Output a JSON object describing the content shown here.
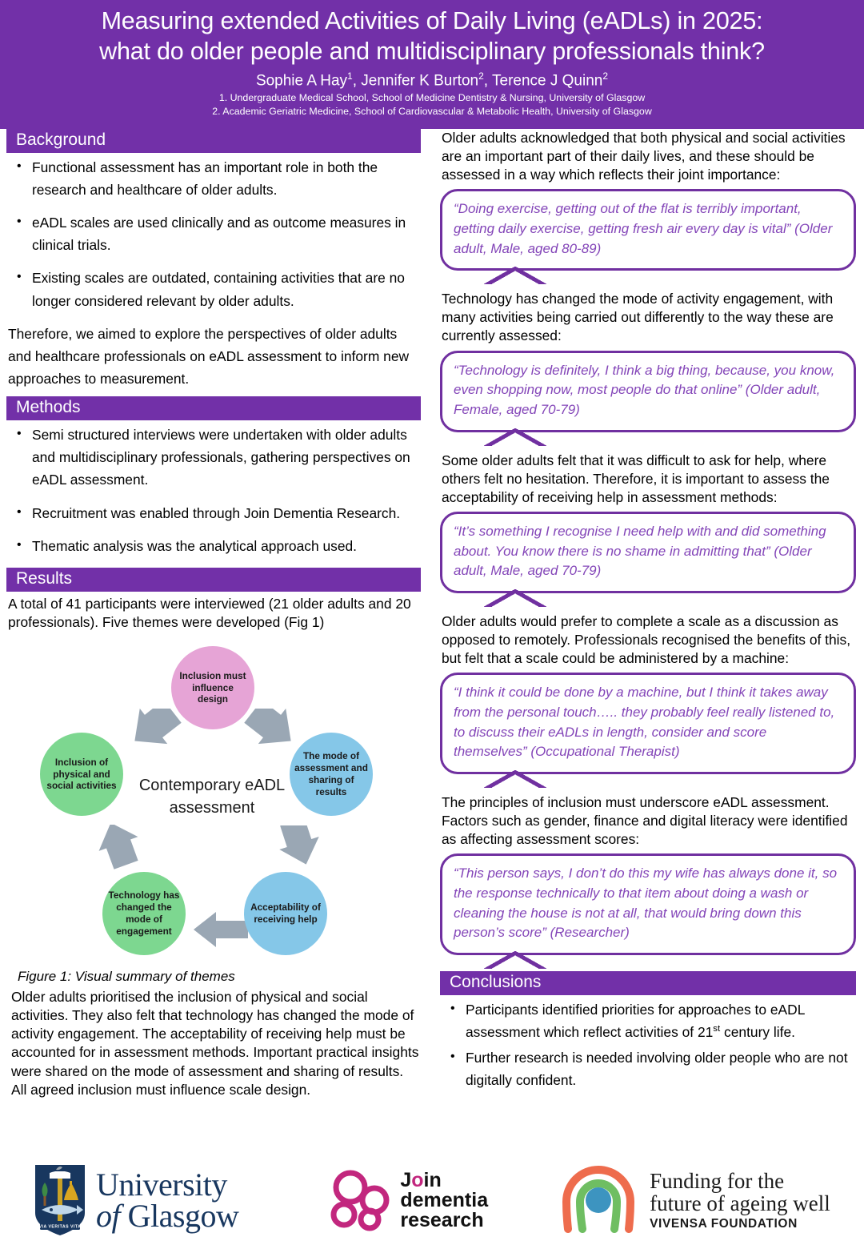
{
  "theme": {
    "header_purple": "#7230A8",
    "quote_border": "#7030A0",
    "quote_text": "#8345B8",
    "circle_pink": "#E6A4D6",
    "circle_blue": "#85C7E8",
    "circle_green": "#7DD790",
    "arrow_grey": "#9AA7B4"
  },
  "header": {
    "title_line1": "Measuring extended Activities of Daily Living (eADLs) in 2025:",
    "title_line2": "what do older people and multidisciplinary professionals think?",
    "authors_prefix": "Sophie A Hay",
    "authors_sup1": "1",
    "authors_mid": ", Jennifer K Burton",
    "authors_sup2": "2",
    "authors_end": ", Terence J Quinn",
    "authors_sup3": "2",
    "affiliation1": "1. Undergraduate Medical School, School of Medicine Dentistry & Nursing, University of Glasgow",
    "affiliation2": "2. Academic Geriatric Medicine, School of Cardiovascular & Metabolic Health, University of Glasgow"
  },
  "sections": {
    "background_title": "Background",
    "methods_title": "Methods",
    "results_title": "Results",
    "conclusions_title": "Conclusions"
  },
  "background": {
    "bullets": [
      "Functional assessment has an important role in both the research and healthcare of older adults.",
      "eADL scales are used clinically and as outcome measures in clinical trials.",
      "Existing scales are outdated, containing activities that are no longer considered relevant by older adults."
    ],
    "aim_paragraph": "Therefore, we aimed to explore the perspectives of older adults and healthcare professionals on eADL assessment to inform new approaches to measurement."
  },
  "methods": {
    "bullets": [
      "Semi structured interviews were undertaken with older adults and multidisciplinary professionals, gathering perspectives on eADL assessment.",
      "Recruitment was enabled through Join Dementia Research.",
      "Thematic analysis was the analytical approach used."
    ]
  },
  "results": {
    "intro": "A total of 41 participants were interviewed (21 older adults and 20 professionals). Five themes were developed (Fig 1)",
    "figure_caption": "Figure 1: Visual summary of themes",
    "summary_paragraph": "Older adults prioritised the inclusion of physical and social activities. They also felt that technology has changed the mode of activity engagement. The acceptability of receiving help must be accounted for in assessment methods. Important practical insights were shared on the mode of assessment and sharing of results. All agreed inclusion must influence scale design."
  },
  "figure": {
    "center_label": "Contemporary eADL assessment",
    "nodes": [
      {
        "id": "inclusion-design",
        "label": "Inclusion must influence design",
        "color": "#E6A4D6",
        "position": "top"
      },
      {
        "id": "mode-assessment",
        "label": "The mode of assessment and sharing of results",
        "color": "#85C7E8",
        "position": "right"
      },
      {
        "id": "acceptability-help",
        "label": "Acceptability of receiving help",
        "color": "#85C7E8",
        "position": "bottom-right"
      },
      {
        "id": "technology-mode",
        "label": "Technology has changed the mode of engagement",
        "color": "#7DD790",
        "position": "bottom-left"
      },
      {
        "id": "physical-social",
        "label": "Inclusion of physical and social activities",
        "color": "#7DD790",
        "position": "left"
      }
    ]
  },
  "findings": [
    {
      "lead": "Older adults acknowledged that both physical and social activities are an important part of their daily lives, and these should be assessed in a way which reflects their joint importance:",
      "quote": "“Doing exercise, getting out of the flat is terribly important, getting daily exercise, getting fresh air every day is vital” (Older adult, Male, aged 80-89)"
    },
    {
      "lead": "Technology has changed the mode of activity engagement, with many activities being carried out differently to the way these are currently assessed:",
      "quote": "“Technology is definitely, I think a big thing, because, you know, even shopping now, most people do that online” (Older adult, Female, aged 70-79)"
    },
    {
      "lead": "Some older adults felt that it was difficult to ask for help, where others felt no hesitation. Therefore, it is important to assess the acceptability of receiving help in assessment methods:",
      "quote": "“It’s something I recognise I need help with and did something about. You know there is no shame in admitting that” (Older adult, Male, aged 70-79)"
    },
    {
      "lead": "Older adults would prefer to complete a scale as a discussion as opposed to remotely. Professionals recognised the benefits of this, but felt that a scale could be administered by a machine:",
      "quote": "“I think it could be done by a machine, but I think it takes away from the personal touch….. they probably feel really listened to, to discuss their eADLs in length, consider and score themselves” (Occupational Therapist)"
    },
    {
      "lead": "The principles of inclusion must underscore eADL assessment. Factors such as gender, finance and digital literacy were identified as affecting assessment scores:",
      "quote": "“This person says, I don’t do this my wife has always done it, so the response technically to that item about doing a wash or cleaning the house is not at all, that would bring down this person’s score” (Researcher)"
    }
  ],
  "conclusions": {
    "bullet1_part1": "Participants identified priorities for approaches to eADL assessment which reflect activities of 21",
    "bullet1_ordinal": "st",
    "bullet1_part2": " century life.",
    "bullet2": "Further research is needed involving older people who are not digitally confident."
  },
  "logos": {
    "uofg_line1": "University",
    "uofg_of": "of",
    "uofg_line2": "Glasgow",
    "uofg_motto": "VIA VERITAS VITA",
    "jdr_join_j": "J",
    "jdr_join_o": "o",
    "jdr_join_in": "in",
    "jdr_line2": "dementia",
    "jdr_line3": "research",
    "vivensa_line1": "Funding for the",
    "vivensa_line2": "future of ageing well",
    "vivensa_line3": "VIVENSA FOUNDATION"
  }
}
